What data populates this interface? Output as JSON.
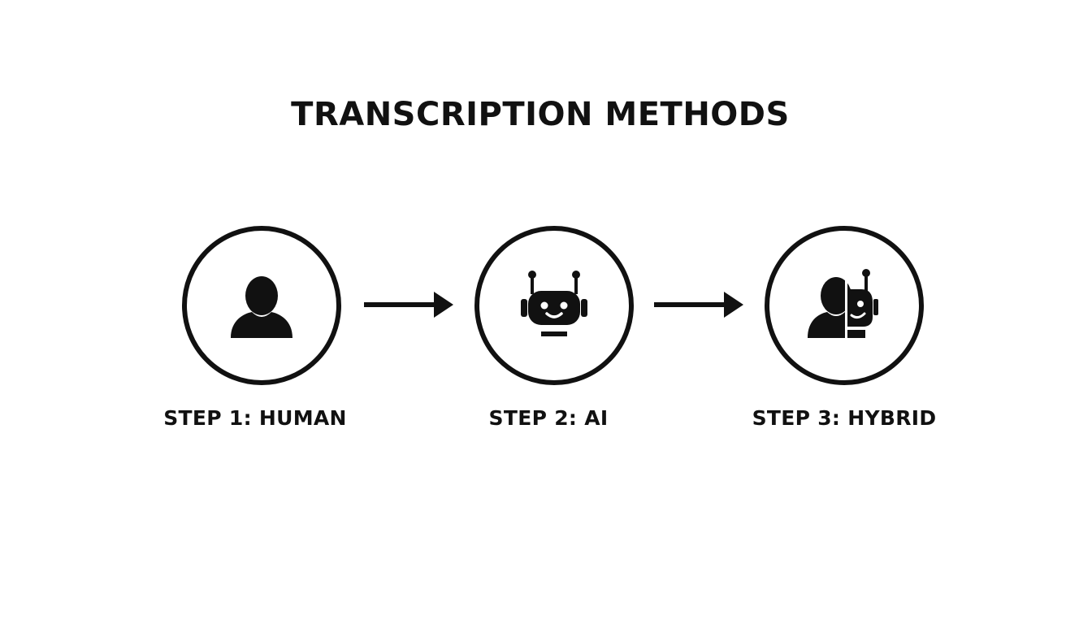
{
  "title": "TRANSCRIPTION METHODS",
  "steps": [
    {
      "label": "STEP 1: HUMAN",
      "icon": "person-icon"
    },
    {
      "label": "STEP 2: AI",
      "icon": "robot-icon"
    },
    {
      "label": "STEP 3: HYBRID",
      "icon": "person-robot-hybrid-icon"
    }
  ],
  "colors": {
    "foreground": "#111111",
    "background": "#ffffff"
  }
}
